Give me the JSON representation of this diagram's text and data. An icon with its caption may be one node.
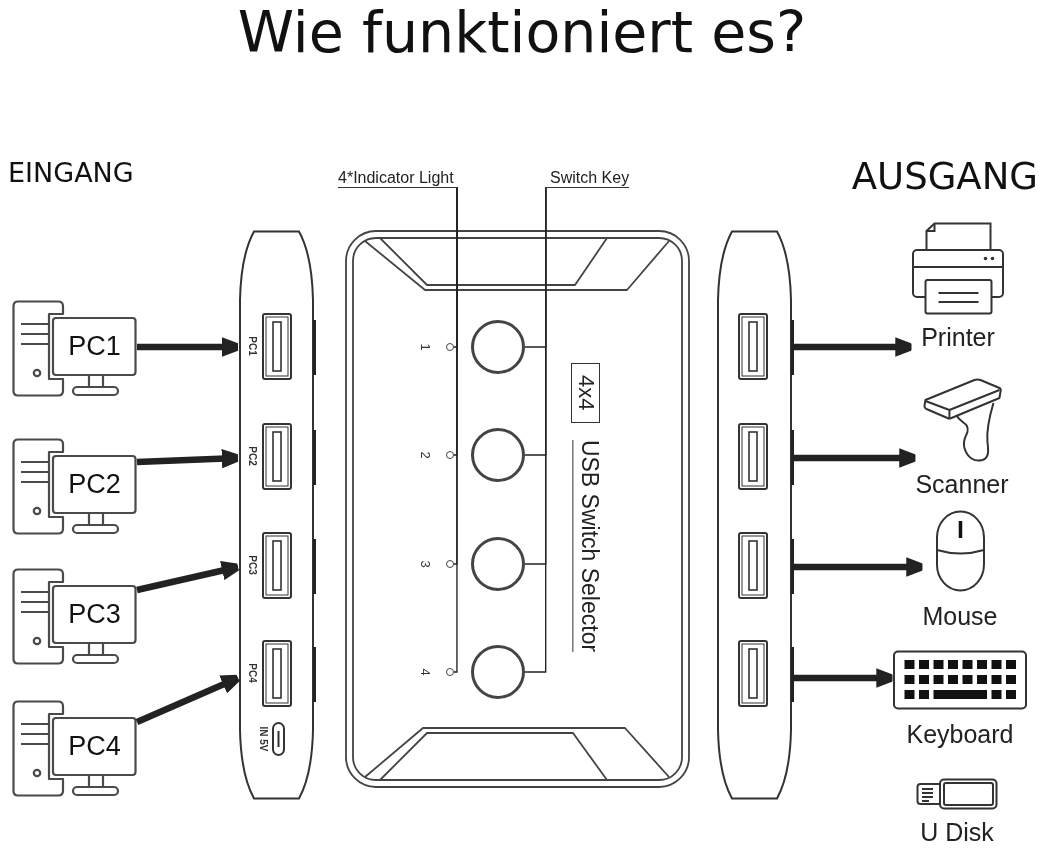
{
  "diagram": {
    "title": "Wie funktioniert es?",
    "nodes": [
      {
        "text": [
          "PC1"
        ]
      },
      {
        "text": [
          "PC2"
        ]
      },
      {
        "text": [
          "PC3"
        ]
      },
      {
        "text": [
          "PC4"
        ]
      },
      {
        "text": [
          "PC1",
          "PC2",
          "PC3",
          "PC4",
          "IN 5V"
        ]
      },
      {
        "text": [
          "4*Indicator Light"
        ]
      },
      {
        "text": [
          "Switch Key"
        ]
      },
      {
        "text": [
          "USB Switch Selector"
        ]
      },
      {
        "text": [],
        "shape": "circle",
        "in": 7,
        "beside": [
          "1"
        ]
      },
      {
        "text": [],
        "shape": "circle",
        "in": 7
      },
      {
        "text": [
          "4x4"
        ],
        "in": 7
      },
      {
        "text": [],
        "shape": "circle",
        "in": 7,
        "beside": [
          "2"
        ]
      },
      {
        "text": [],
        "shape": "circle",
        "in": 7
      },
      {
        "text": [],
        "shape": "circle",
        "in": 7,
        "beside": [
          "3"
        ]
      },
      {
        "text": [],
        "shape": "circle",
        "in": 7
      },
      {
        "text": [],
        "shape": "circle",
        "in": 7,
        "beside": [
          "4"
        ]
      },
      {
        "text": [],
        "shape": "circle",
        "in": 7
      },
      {
        "text": [],
        "shape": "box"
      },
      {
        "text": [
          "Printer"
        ]
      },
      {
        "text": [
          "Scanner"
        ]
      },
      {
        "text": [
          "Mouse"
        ]
      },
      {
        "text": [
          "Keyboard"
        ]
      },
      {
        "text": [
          "U Disk"
        ]
      }
    ],
    "edges": [
      {
        "from": 0,
        "to": 4,
        "arrow": "to",
        "style": "thick"
      },
      {
        "from": 1,
        "to": 4,
        "arrow": "to",
        "style": "thick"
      },
      {
        "from": 2,
        "to": 4,
        "arrow": "to",
        "style": "thick"
      },
      {
        "from": 3,
        "to": 4,
        "arrow": "to",
        "style": "thick"
      },
      {
        "from": 5,
        "to": 8,
        "arrow": "none"
      },
      {
        "from": 5,
        "to": 11,
        "arrow": "none"
      },
      {
        "from": 5,
        "to": 13,
        "arrow": "none"
      },
      {
        "from": 5,
        "to": 15,
        "arrow": "none"
      },
      {
        "from": 6,
        "to": 9,
        "arrow": "none"
      },
      {
        "from": 6,
        "to": 12,
        "arrow": "none"
      },
      {
        "from": 6,
        "to": 14,
        "arrow": "none"
      },
      {
        "from": 6,
        "to": 16,
        "arrow": "none"
      },
      {
        "from": 17,
        "to": 18,
        "arrow": "to",
        "style": "thick"
      },
      {
        "from": 17,
        "to": 19,
        "arrow": "to",
        "style": "thick"
      },
      {
        "from": 17,
        "to": 20,
        "arrow": "to",
        "style": "thick"
      },
      {
        "from": 17,
        "to": 21,
        "arrow": "to",
        "style": "thick"
      }
    ],
    "labels": [
      "EINGANG",
      "AUSGANG"
    ]
  }
}
